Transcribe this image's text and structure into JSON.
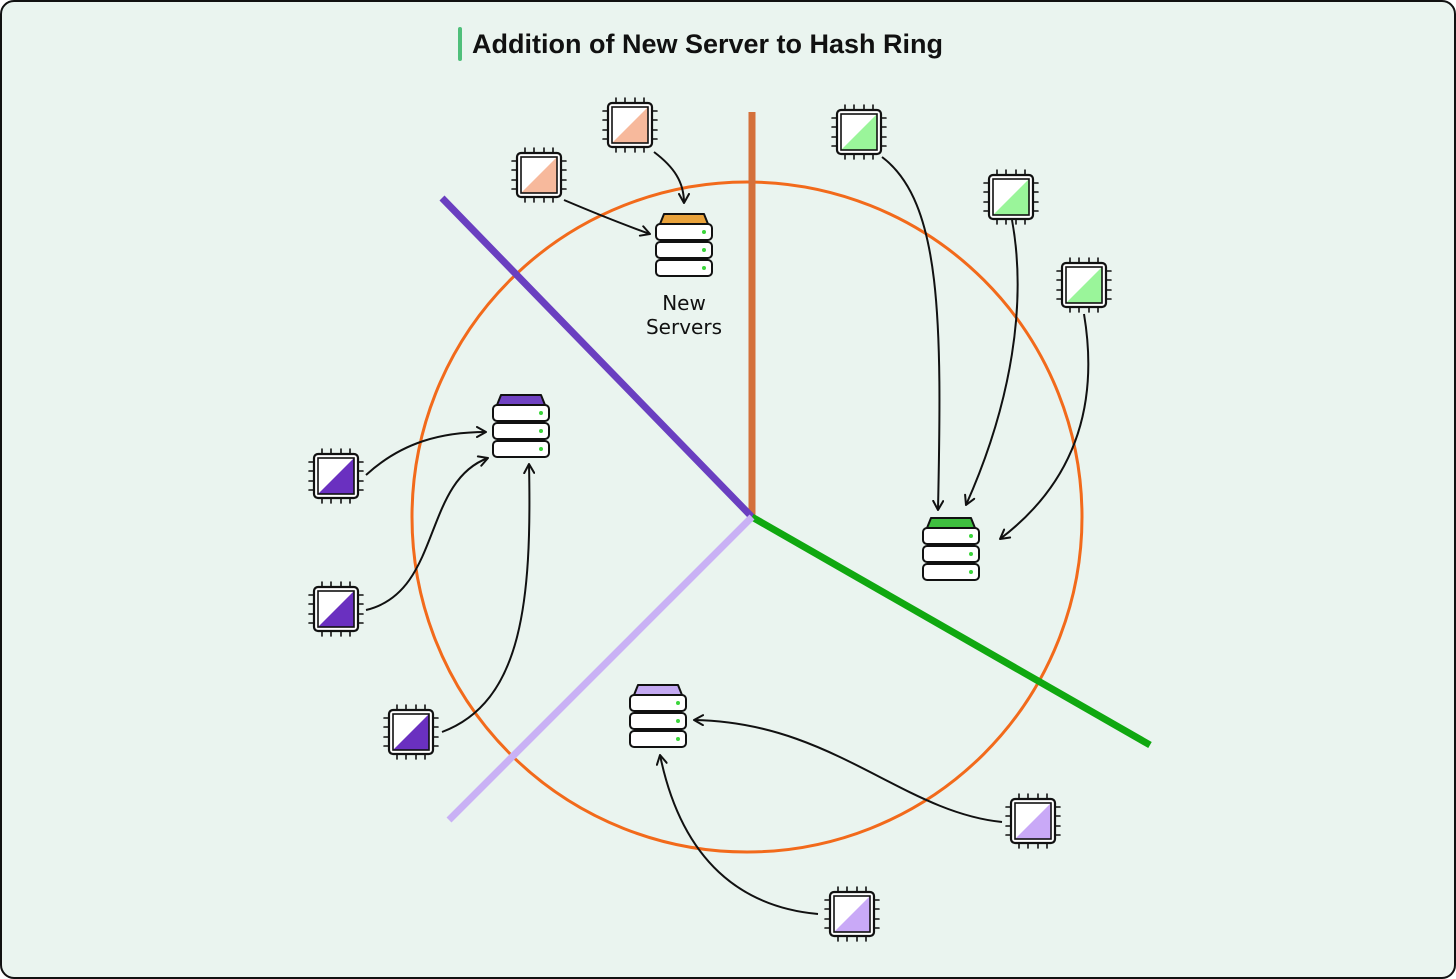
{
  "title": "Addition of New Server to Hash Ring",
  "new_server_label_line1": "New",
  "new_server_label_line2": "Servers",
  "colors": {
    "background": "#eaf4ef",
    "ring": "#f26a1b",
    "title_accent": "#4fbf7a",
    "new_server": "#e9a23b",
    "new_server_line": "#d4703b",
    "new_server_chips": "#f7b99c",
    "green_server": "#3fbf3f",
    "green_line": "#10a810",
    "green_chips": "#9af59a",
    "dark_purple_server": "#7042c2",
    "dark_purple_line": "#6a3fc0",
    "dark_purple_chips": "#6a30c0",
    "light_purple_server": "#c4a9f2",
    "light_purple_line": "#c9b1f5",
    "light_purple_chips": "#c9a9f7"
  },
  "icons": {
    "server": "server-stack-icon",
    "chip": "cpu-chip-icon"
  }
}
